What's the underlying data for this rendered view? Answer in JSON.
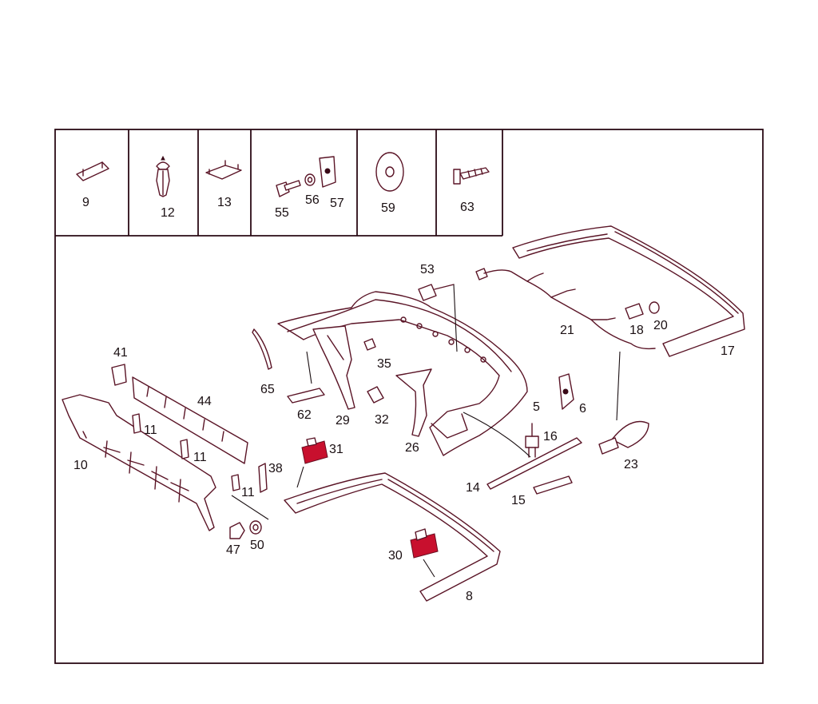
{
  "colors": {
    "stroke": "#5a1426",
    "accent": "#c8102e",
    "text": "#1a0f12"
  },
  "legend_labels": {
    "p9": "9",
    "p12": "12",
    "p13": "13",
    "p55": "55",
    "p56": "56",
    "p57": "57",
    "p59": "59",
    "p63": "63"
  },
  "callouts": {
    "p53": "53",
    "p21": "21",
    "p18": "18",
    "p20": "20",
    "p17": "17",
    "p41": "41",
    "p44": "44",
    "p65": "65",
    "p62": "62",
    "p29": "29",
    "p35": "35",
    "p32": "32",
    "p26": "26",
    "p5": "5",
    "p6": "6",
    "p16": "16",
    "p23": "23",
    "p11a": "11",
    "p11b": "11",
    "p11c": "11",
    "p10": "10",
    "p31": "31",
    "p38": "38",
    "p14": "14",
    "p15": "15",
    "p47": "47",
    "p50": "50",
    "p30": "30",
    "p8": "8"
  }
}
